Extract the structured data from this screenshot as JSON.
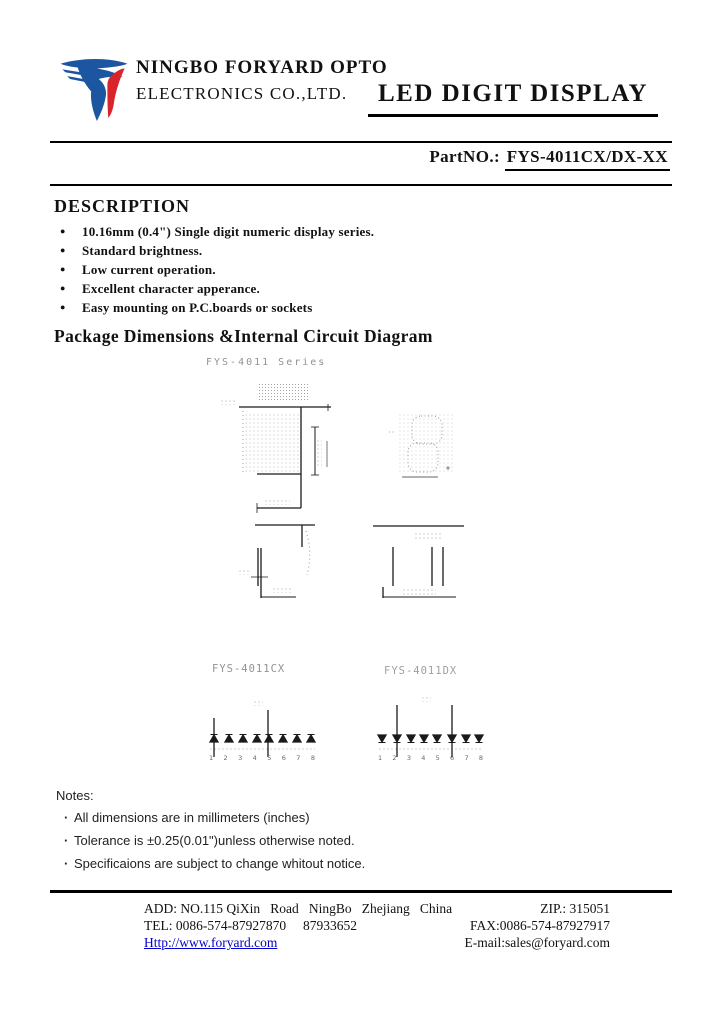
{
  "header": {
    "company_line1": "NINGBO FORYARD OPTO",
    "company_line2": "ELECTRONICS CO.,LTD.",
    "title": "LED DIGIT DISPLAY"
  },
  "part": {
    "label": "PartNO.: ",
    "value": "FYS-4011CX/DX-XX"
  },
  "description": {
    "heading": "DESCRIPTION",
    "bullets": [
      "10.16mm (0.4\") Single digit numeric display series.",
      "Standard brightness.",
      "Low current operation.",
      "Excellent character apperance.",
      "Easy mounting on P.C.boards or sockets"
    ]
  },
  "package": {
    "heading": "Package Dimensions &Internal Circuit Diagram",
    "series_label": "FYS-4011 Series",
    "circuit_cx_label": "FYS-4011CX",
    "circuit_dx_label": "FYS-4011DX",
    "cx_pins": [
      "1",
      "2",
      "3",
      "4",
      "5",
      "6",
      "7",
      "8"
    ],
    "dx_pins": [
      "1",
      "2",
      "3",
      "4",
      "5",
      "6",
      "7",
      "8"
    ]
  },
  "notes": {
    "heading": "Notes:",
    "items": [
      "All dimensions are in millimeters (inches)",
      "Tolerance is  ±0.25(0.01\")unless otherwise noted.",
      "Specificaions are subject to change whitout notice."
    ]
  },
  "footer": {
    "address": "ADD: NO.115 QiXin   Road   NingBo   Zhejiang   China",
    "zip": "ZIP.: 315051",
    "tel": "TEL: 0086-574-87927870     87933652",
    "fax": "FAX:0086-574-87927917",
    "website": "Http://www.foryard.com",
    "email": "E-mail:sales@foryard.com"
  },
  "colors": {
    "logo_blue": "#1c55a0",
    "logo_red": "#d8252b",
    "link_blue": "#0000cc"
  }
}
